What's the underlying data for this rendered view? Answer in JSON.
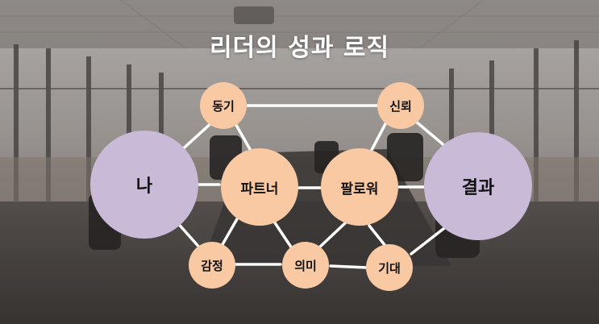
{
  "title": "리더의 성과 로직",
  "colors": {
    "peach": "#f8c9a2",
    "lavender": "#c9bad8",
    "line": "#ffffff"
  },
  "nodes": {
    "me": "나",
    "result": "결과",
    "partner": "파트너",
    "follower": "팔로워",
    "motivation": "동기",
    "trust": "신뢰",
    "emotion": "감정",
    "meaning": "의미",
    "expectation": "기대"
  }
}
